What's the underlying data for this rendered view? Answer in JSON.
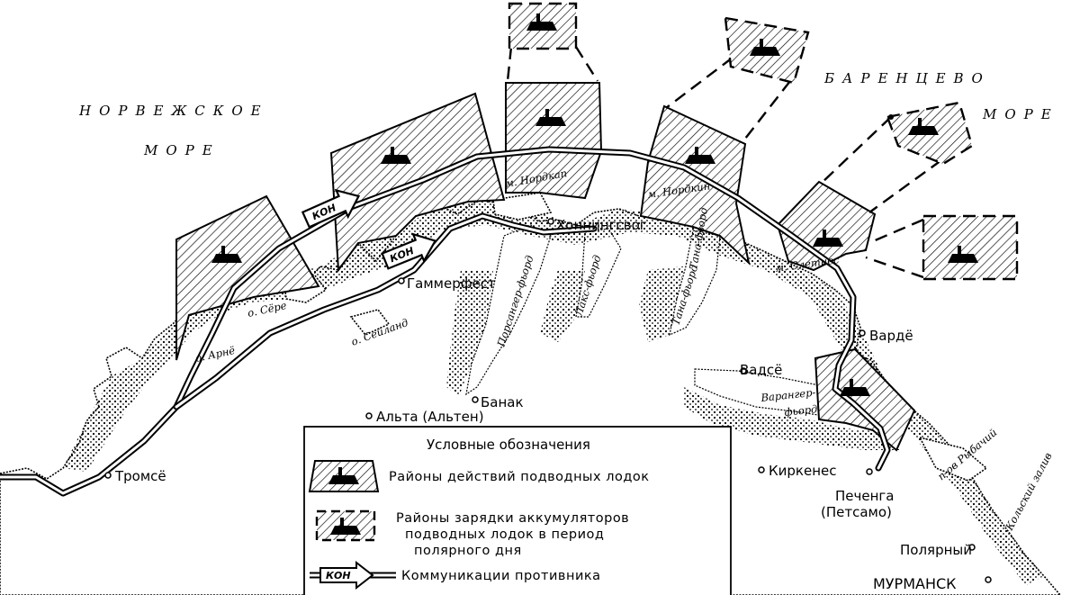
{
  "seas": {
    "norwegian_line1": "НОРВЕЖСКОЕ",
    "norwegian_line2": "МОРЕ",
    "barents_line1": "БАРЕНЦЕВО",
    "barents_line2": "МОРЕ"
  },
  "cities": {
    "honningsvog": "Хоннингсвог",
    "hammerfest": "Гаммерфест",
    "vardo": "Вардё",
    "vadso": "Вадсё",
    "banak": "Банак",
    "alta": "Альта (Альтен)",
    "tromso": "Тромсё",
    "kirkenes": "Киркенес",
    "pechenga": "Печенга",
    "petsamo": "(Петсамо)",
    "polyarny": "Полярный",
    "murmansk": "МУРМАНСК"
  },
  "capes": {
    "nordkap": "м. Нордкап",
    "nordkin": "м. Нордкин",
    "sletnes": "м. Слетнес"
  },
  "islands": {
    "sere": "о. Сёре",
    "arne": "о. Арнё",
    "seiland": "о. Сейланд"
  },
  "fjords": {
    "porsanger": "Порсангер-фьорд",
    "laksefjord": "Лакс-фьорд",
    "tana_a": "Тана-фьорд",
    "tana_b": "Тана-фьорд",
    "varanger_line1": "Варангер-",
    "varanger_line2": "фьорд",
    "rybachy": "п-ов Рыбачий",
    "kola": "Кольский залив"
  },
  "route_label": "КОН",
  "legend": {
    "title": "Условные обозначения",
    "item1": "Районы действий подводных лодок",
    "item2_line1": "Районы зарядки аккумуляторов",
    "item2_line2": "подводных лодок в период",
    "item2_line3": "полярного дня",
    "item3": "Коммуникации противника",
    "kon_symbol": "КОН"
  },
  "icons": {
    "submarine": "submarine-icon",
    "route_arrow": "convoy-arrow-icon"
  },
  "colors": {
    "ink": "#000000",
    "paper": "#ffffff"
  }
}
